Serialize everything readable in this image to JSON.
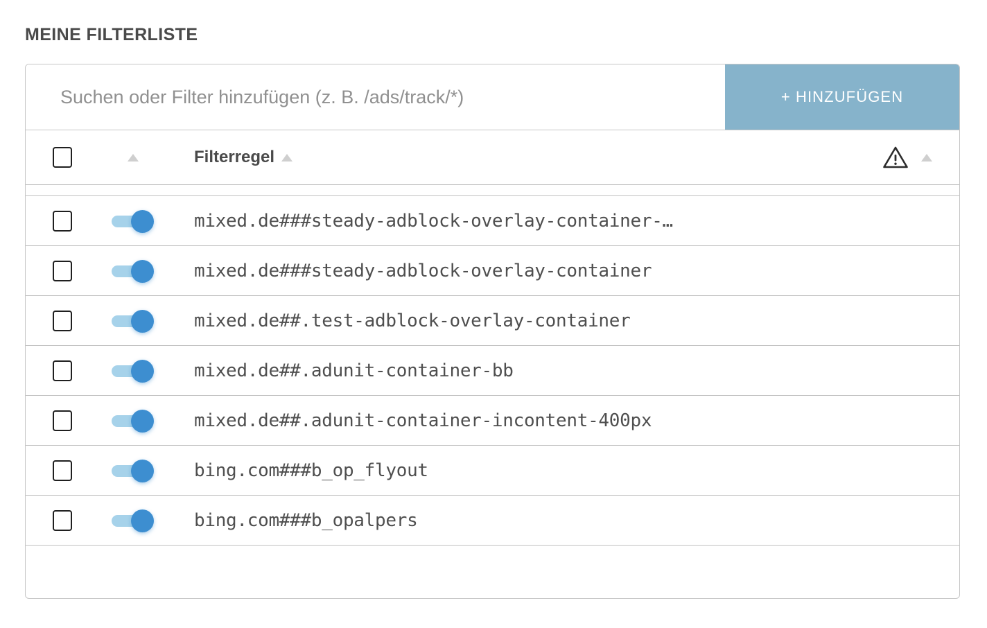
{
  "page": {
    "title": "MEINE FILTERLISTE",
    "background": "#ffffff"
  },
  "colors": {
    "accent_button": "#86b3cb",
    "toggle_track": "#a6d2ea",
    "toggle_knob": "#3d8ed0",
    "border": "#c6c6c6",
    "text_dark": "#4a4a4a",
    "text_rule": "#4f4f4f",
    "placeholder": "#909090",
    "sort_arrow": "#cfcfcf"
  },
  "search": {
    "value": "",
    "placeholder": "Suchen oder Filter hinzufügen (z. B. /ads/track/*)",
    "add_label": "+ HINZUFÜGEN"
  },
  "table": {
    "headers": {
      "select_all": "",
      "enabled": "",
      "rule": "Filterregel",
      "warning": ""
    },
    "icons": {
      "warning": "warning-triangle-icon",
      "sort": "sort-ascending-icon",
      "checkbox": "checkbox-icon",
      "toggle": "toggle-switch-icon"
    },
    "rows": [
      {
        "rule": "mixed.de###steady-adblock-overlay-container-…",
        "enabled": true,
        "checked": false
      },
      {
        "rule": "mixed.de###steady-adblock-overlay-container",
        "enabled": true,
        "checked": false
      },
      {
        "rule": "mixed.de##.test-adblock-overlay-container",
        "enabled": true,
        "checked": false
      },
      {
        "rule": "mixed.de##.adunit-container-bb",
        "enabled": true,
        "checked": false
      },
      {
        "rule": "mixed.de##.adunit-container-incontent-400px",
        "enabled": true,
        "checked": false
      },
      {
        "rule": "bing.com###b_op_flyout",
        "enabled": true,
        "checked": false
      },
      {
        "rule": "bing.com###b_opalpers",
        "enabled": true,
        "checked": false
      }
    ]
  }
}
